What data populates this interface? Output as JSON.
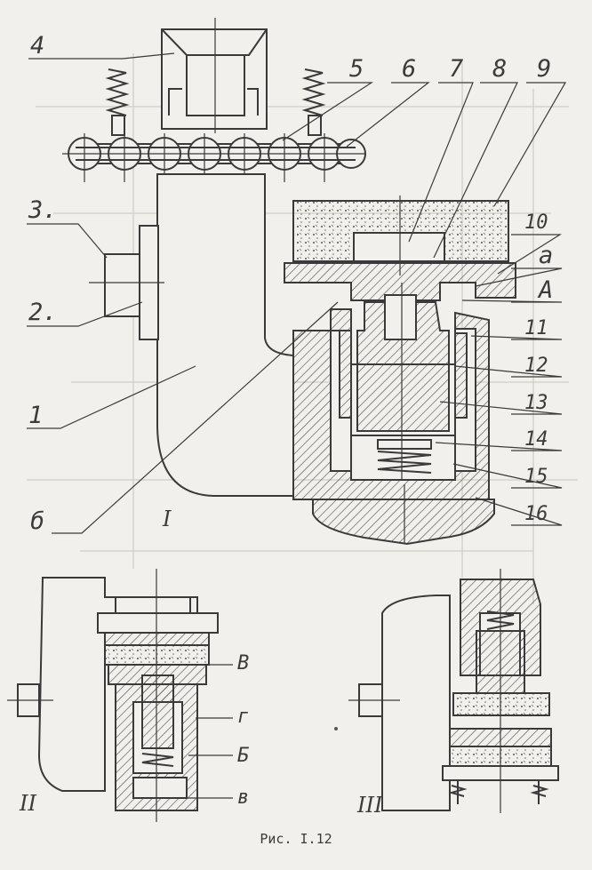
{
  "figure": {
    "caption": "Рис. I.12",
    "part_labels": [
      "1",
      "2.",
      "3.",
      "4",
      "5",
      "6",
      "7",
      "8",
      "9",
      "10",
      "a",
      "A",
      "11",
      "12",
      "13",
      "14",
      "15",
      "16",
      "б"
    ],
    "view_labels": [
      "I",
      "II",
      "III"
    ],
    "view_ii_labels": [
      "B",
      "г",
      "Б",
      "в"
    ]
  }
}
